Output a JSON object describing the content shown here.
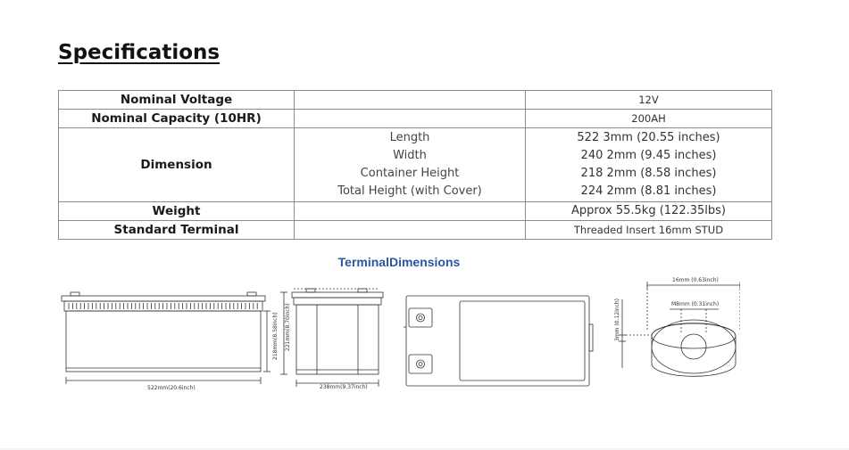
{
  "heading": "Specifications",
  "spec": {
    "nominal_voltage": {
      "label": "Nominal Voltage",
      "value": "12V"
    },
    "nominal_capacity": {
      "label": "Nominal Capacity (10HR)",
      "value": "200AH"
    },
    "dimension": {
      "label": "Dimension",
      "items": [
        {
          "name": "Length",
          "value": "522 3mm (20.55 inches)"
        },
        {
          "name": "Width",
          "value": "240 2mm (9.45 inches)"
        },
        {
          "name": "Container Height",
          "value": "218 2mm (8.58 inches)"
        },
        {
          "name": "Total Height (with Cover)",
          "value": "224 2mm (8.81 inches)"
        }
      ]
    },
    "weight": {
      "label": "Weight",
      "value": "Approx 55.5kg (122.35lbs)"
    },
    "terminal": {
      "label": "Standard Terminal",
      "value": "Threaded Insert 16mm STUD"
    }
  },
  "figure": {
    "title": "TerminalDimensions",
    "front_width": "522mm(20.6inch)",
    "front_height": "218mm(8.58inch)",
    "side_total_height": "221mm(8.70inch)",
    "side_width": "238mm(9.37inch)",
    "terminal_height": "3mm (0.12inch)",
    "terminal_outer": "16mm (0.63inch)",
    "terminal_thread": "M8mm (0.31inch)"
  }
}
